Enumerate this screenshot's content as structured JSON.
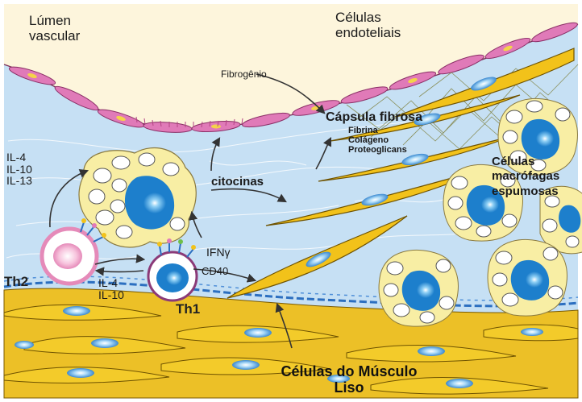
{
  "labels": {
    "lumen": [
      "Lúmen",
      "vascular"
    ],
    "endothelial": [
      "Células",
      "endoteliais"
    ],
    "fibrinogen": "Fibrogênio",
    "fibrous_cap": "Cápsula fibrosa",
    "cap_components": [
      "Fibrina",
      "Colágeno",
      "Proteoglicans"
    ],
    "foam_cells": [
      "Células",
      "macrófagas",
      "espumosas"
    ],
    "cytokines": "citocinas",
    "th2_cytokines": [
      "IL-4",
      "IL-10",
      "IL-13"
    ],
    "th1_th2_cytokines": [
      "IL-4",
      "IL-10"
    ],
    "ifn": "IFNγ",
    "cd40": "CD40",
    "th2": "Th2",
    "th1": "Th1",
    "smooth_muscle": [
      "Células do Músculo",
      "Liso"
    ]
  },
  "colors": {
    "lumen": "#fdf5dc",
    "intima": "#c6e0f4",
    "endothelium": "#e07ab8",
    "smooth_muscle": "#f2c21a",
    "nucleus": "#2a8fd4",
    "elastic_lamina": "#2c6fc0",
    "foam_cytoplasm": "#f8eea4",
    "th2_ring": "#e58ab9"
  }
}
